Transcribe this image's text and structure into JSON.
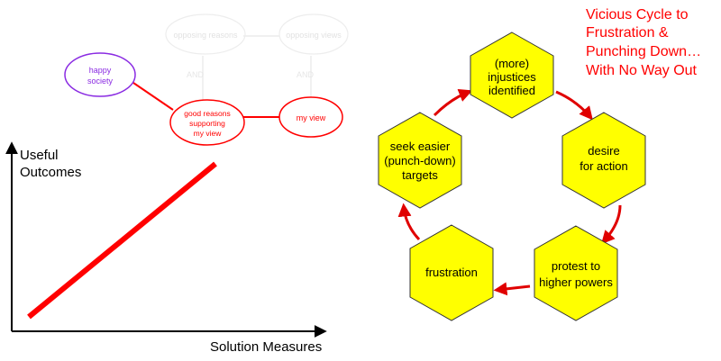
{
  "argument_map": {
    "faded_nodes": [
      "opposing reasons",
      "opposing views"
    ],
    "and_labels": [
      "AND",
      "AND"
    ],
    "happy_society": [
      "happy",
      "society"
    ],
    "good_reasons": [
      "good reasons",
      "supporting",
      "my view"
    ],
    "my_view": "my view",
    "colors": {
      "purple": "#8a2be2",
      "red": "#ff0000",
      "faded": "#e8e8e8"
    }
  },
  "outcome_chart": {
    "ylabel": [
      "Useful",
      "Outcomes"
    ],
    "xlabel": "Solution Measures",
    "line_color": "#ff0000"
  },
  "cycle": {
    "title": [
      "Vicious Cycle to",
      "Frustration &",
      "Punching Down…",
      "With No Way Out"
    ],
    "title_color": "#ff0000",
    "hex_fill": "#ffff00",
    "arrow_color": "#ff0000",
    "steps": [
      [
        "(more)",
        "injustices",
        "identified"
      ],
      [
        "desire",
        "for action"
      ],
      [
        "protest to",
        "higher powers"
      ],
      [
        "frustration"
      ],
      [
        "seek easier",
        "(punch-down)",
        "targets"
      ]
    ]
  }
}
